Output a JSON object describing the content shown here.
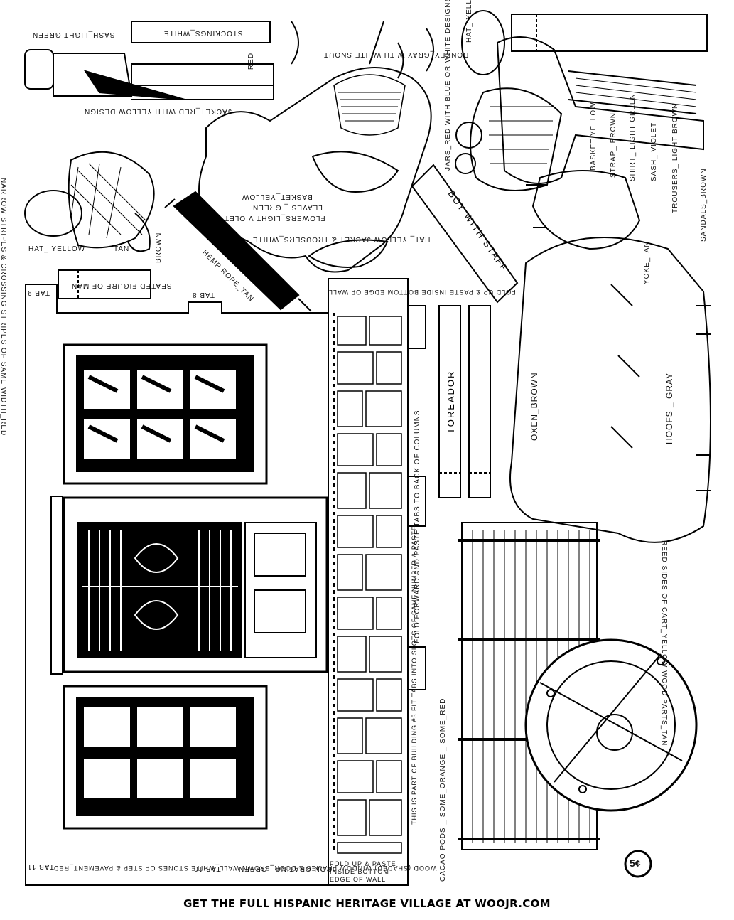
{
  "footer": {
    "text": "GET THE FULL HISPANIC HERITAGE VILLAGE AT WOOJR.COM"
  },
  "labels": {
    "sash": "SASH_LIGHT GREEN",
    "stockings": "STOCKINGS_WHITE",
    "red": "RED",
    "jacket": "JACKET_RED WITH YELLOW DESIGN",
    "donkey": "DONKEY_GRAY WITH WHITE SNOUT",
    "narrow_stripes": "NARROW STRIPES & CROSSING STRIPES OF SAME WIDTH_RED",
    "flowers": "FLOWERS_LIGHT VIOLET",
    "leaves": "LEAVES _ GREEN",
    "basket_yellow": "BASKET_YELLOW",
    "hat_jacket_trousers": "HAT_ YELLOW JACKET & TROUSERS_WHITE",
    "hat_yellow_left": "HAT_ YELLOW",
    "tan": "TAN",
    "brown": "BROWN",
    "seated_figure": "SEATED FIGURE OF MAN",
    "hemp_rope": "HEMP ROPE_TAN",
    "boy_staff": "BOY WITH STAFF",
    "jars": "JARS_RED WITH BLUE OR WHITE DESIGNS",
    "hat_yellow_right": "HAT_ YELLOW",
    "basket_right": "BASKET YELLOW",
    "strap": "STRAP_ BROWN",
    "shirt": "SHIRT_ LIGHT GREEN",
    "sash_violet": "SASH_ VIOLET",
    "trousers": "TROUSERS_ LIGHT BROWN",
    "sandals": "SANDALS_BROWN",
    "yoke": "YOKE_TAN",
    "oxen": "OXEN_BROWN",
    "hoofs": "HOOFS _ GRAY",
    "toreador": "TOREADOR",
    "reed_sides": "REED SIDES OF CART_YELLOW WOOD PARTS_TAN",
    "fold_forward": "FOLD FORWARD AND PASTE TABS TO BACK OF COLUMNS",
    "part_of_building": "THIS IS PART OF BUILDING #3 FIT TABS INTO SLOTS OF SAME NUMBER & PASTE",
    "cacao": "CACAO PODS _ SOME_ORANGE _ SOME_RED",
    "fold_up_top": "FOLD UP & PASTE INSIDE BOTTOM EDGE OF WALL",
    "fold_up_bottom": "FOLD UP & PASTE INSIDE BOTTOM EDGE OF WALL",
    "iron_grating": "IRON GRATING_ GREEN",
    "wood": "WOOD (SHADED) WINDOW FRAMES & DOOR_BROWN  WALL_WHITE STONES OF STEP & PAVEMENT_RED",
    "tab9": "TAB 9",
    "tab8": "TAB 8",
    "tab10": "TAB 10",
    "tab11": "TAB 11",
    "price": "5¢"
  }
}
